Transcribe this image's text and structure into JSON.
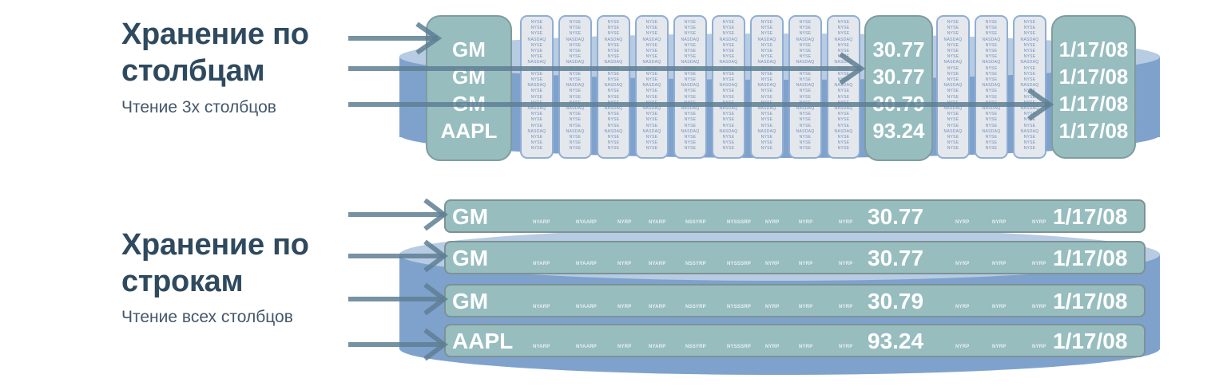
{
  "column_store": {
    "title_line1": "Хранение по",
    "title_line2": "столбцам",
    "subtitle": "Чтение 3х столбцов",
    "symbol_column": [
      "GM",
      "GM",
      "GM",
      "AAPL"
    ],
    "price_column": [
      "30.77",
      "30.77",
      "30.79",
      "93.24"
    ],
    "date_column": [
      "1/17/08",
      "1/17/08",
      "1/17/08",
      "1/17/08"
    ],
    "filler_text": [
      "NYSE",
      "NYSE",
      "NYSE",
      "NASDAQ",
      "NYSE",
      "NYSE",
      "NYSE",
      "NASDAQ",
      "NYSE",
      "NYSE",
      "NYSE",
      "NASDAQ",
      "NYSE",
      "NYSE",
      "NYSE",
      "NASDAQ",
      "NYSE",
      "NYSE",
      "NYSE",
      "NASDAQ",
      "NYSE",
      "NYSE",
      "NYSE"
    ]
  },
  "row_store": {
    "title_line1": "Хранение по",
    "title_line2": "строкам",
    "subtitle": "Чтение всех столбцов",
    "rows": [
      {
        "symbol": "GM",
        "price": "30.77",
        "date": "1/17/08"
      },
      {
        "symbol": "GM",
        "price": "30.77",
        "date": "1/17/08"
      },
      {
        "symbol": "GM",
        "price": "30.79",
        "date": "1/17/08"
      },
      {
        "symbol": "AAPL",
        "price": "93.24",
        "date": "1/17/08"
      }
    ],
    "filler_labels": [
      "NYARP",
      "NYAARP",
      "NYRP",
      "NYARP",
      "NSSYRP",
      "NYSSSRP",
      "NYRP",
      "NYRP",
      "NYRP"
    ],
    "filler_labels_after_price": [
      "NYRP",
      "NYRP",
      "NYRP"
    ]
  },
  "colors": {
    "title": "#2f4a5e",
    "cell_fill": "#97bdbf",
    "cylinder": "#7fa2cc",
    "arrow": "#5e7f93"
  }
}
